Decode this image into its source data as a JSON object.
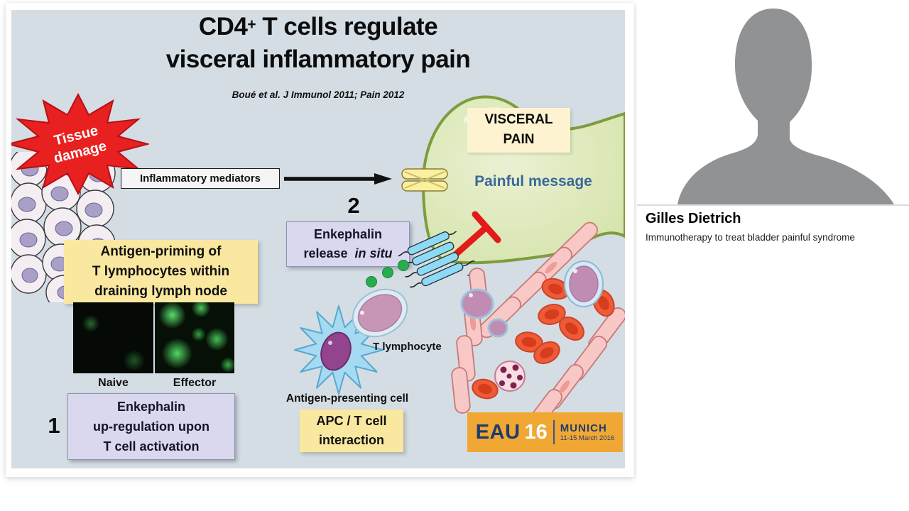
{
  "slide": {
    "title": {
      "p1": "CD4",
      "sup": "+",
      "p2": " T cells regulate",
      "line2": "visceral inflammatory pain"
    },
    "citation": "Boué et al. J Immunol 2011; Pain 2012",
    "starburst": {
      "line1": "Tissue",
      "line2": "damage"
    },
    "mediators_label": "Inflammatory mediators",
    "step2": "2",
    "enkephalin_release": {
      "line1": "Enkephalin",
      "line2_a": "release",
      "line2_b": "in situ"
    },
    "visceral_pain": {
      "line1": "VISCERAL",
      "line2": "PAIN"
    },
    "painful_message": "Painful message",
    "antigen_priming": {
      "line1": "Antigen-priming of",
      "line2": "T lymphocytes within",
      "line3": "draining lymph node"
    },
    "micro": {
      "naive": "Naive",
      "effector": "Effector"
    },
    "step1": "1",
    "enkephalin_upregulation": {
      "line1": "Enkephalin",
      "line2": "up-regulation upon",
      "line3": "T cell activation"
    },
    "t_lymphocyte_label": "T lymphocyte",
    "apc_label": "Antigen-presenting cell",
    "apc_interaction": {
      "line1": "APC / T cell",
      "line2": "interaction"
    },
    "eau": {
      "name": "EAU",
      "year": "16",
      "city": "MUNICH",
      "dates": "11-15 March 2016"
    }
  },
  "speaker": {
    "name": "Gilles Dietrich",
    "talk_title": "Immunotherapy to treat bladder painful syndrome"
  },
  "colors": {
    "slide_bg": "#d4dde4",
    "yellow_box": "#fae8a0",
    "cream_box": "#fdf3d0",
    "lavender_box": "#dad8ef",
    "starburst_red": "#e8201f",
    "neuron_fill": "#d9e6b2",
    "neuron_stroke": "#7d9c3d",
    "painful_blue": "#3a689a",
    "enkephalin_green": "#27ae4c",
    "eau_orange": "#f0a733",
    "eau_navy": "#1e3c6e",
    "avatar_gray": "#909294"
  }
}
